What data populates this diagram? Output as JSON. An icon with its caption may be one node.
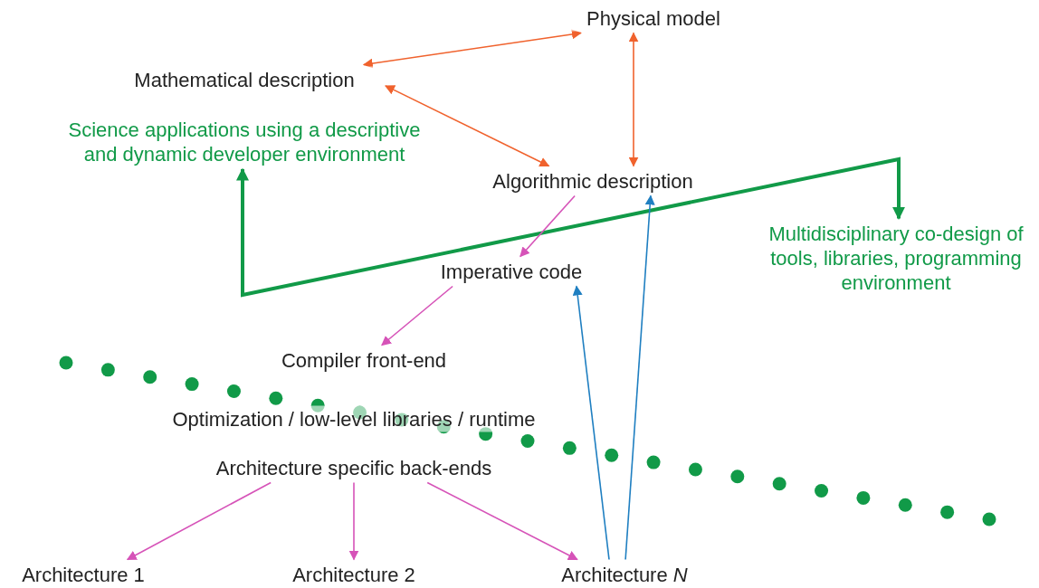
{
  "diagram": {
    "nodes": [
      {
        "text": [
          "Physical model"
        ]
      },
      {
        "text": [
          "Mathematical description"
        ]
      },
      {
        "text": [
          "Science applications using a descriptive and dynamic developer environment"
        ]
      },
      {
        "text": [
          "Algorithmic description"
        ]
      },
      {
        "text": [
          "Multidisciplinary co-design of tools, libraries, programming environment"
        ]
      },
      {
        "text": [
          "Imperative code"
        ]
      },
      {
        "text": [
          "Compiler front-end"
        ]
      },
      {
        "text": [
          "Optimization / low-level libraries / runtime"
        ]
      },
      {
        "text": [
          "Architecture specific back-ends"
        ]
      },
      {
        "text": [
          "Architecture 1"
        ]
      },
      {
        "text": [
          "Architecture 2"
        ]
      },
      {
        "text": [
          "Architecture *N*"
        ]
      }
    ],
    "edges": [
      {
        "from": 1,
        "to": 0,
        "arrow": "both",
        "color": "#f0622d"
      },
      {
        "from": 1,
        "to": 3,
        "arrow": "both",
        "color": "#f0622d"
      },
      {
        "from": 0,
        "to": 3,
        "arrow": "both",
        "color": "#f0622d"
      },
      {
        "from": 2,
        "to": 4,
        "arrow": "both",
        "style": "thick",
        "color": "#119a48"
      },
      {
        "from": 3,
        "to": 5,
        "arrow": "to"
      },
      {
        "from": 5,
        "to": 6,
        "arrow": "to"
      },
      {
        "from": 8,
        "to": 9,
        "arrow": "to"
      },
      {
        "from": 8,
        "to": 10,
        "arrow": "to"
      },
      {
        "from": 8,
        "to": 11,
        "arrow": "to"
      },
      {
        "from": 11,
        "to": 5,
        "arrow": "to",
        "color": "#1f7fc1"
      },
      {
        "from": 11,
        "to": 3,
        "arrow": "to",
        "color": "#1f7fc1"
      }
    ]
  }
}
